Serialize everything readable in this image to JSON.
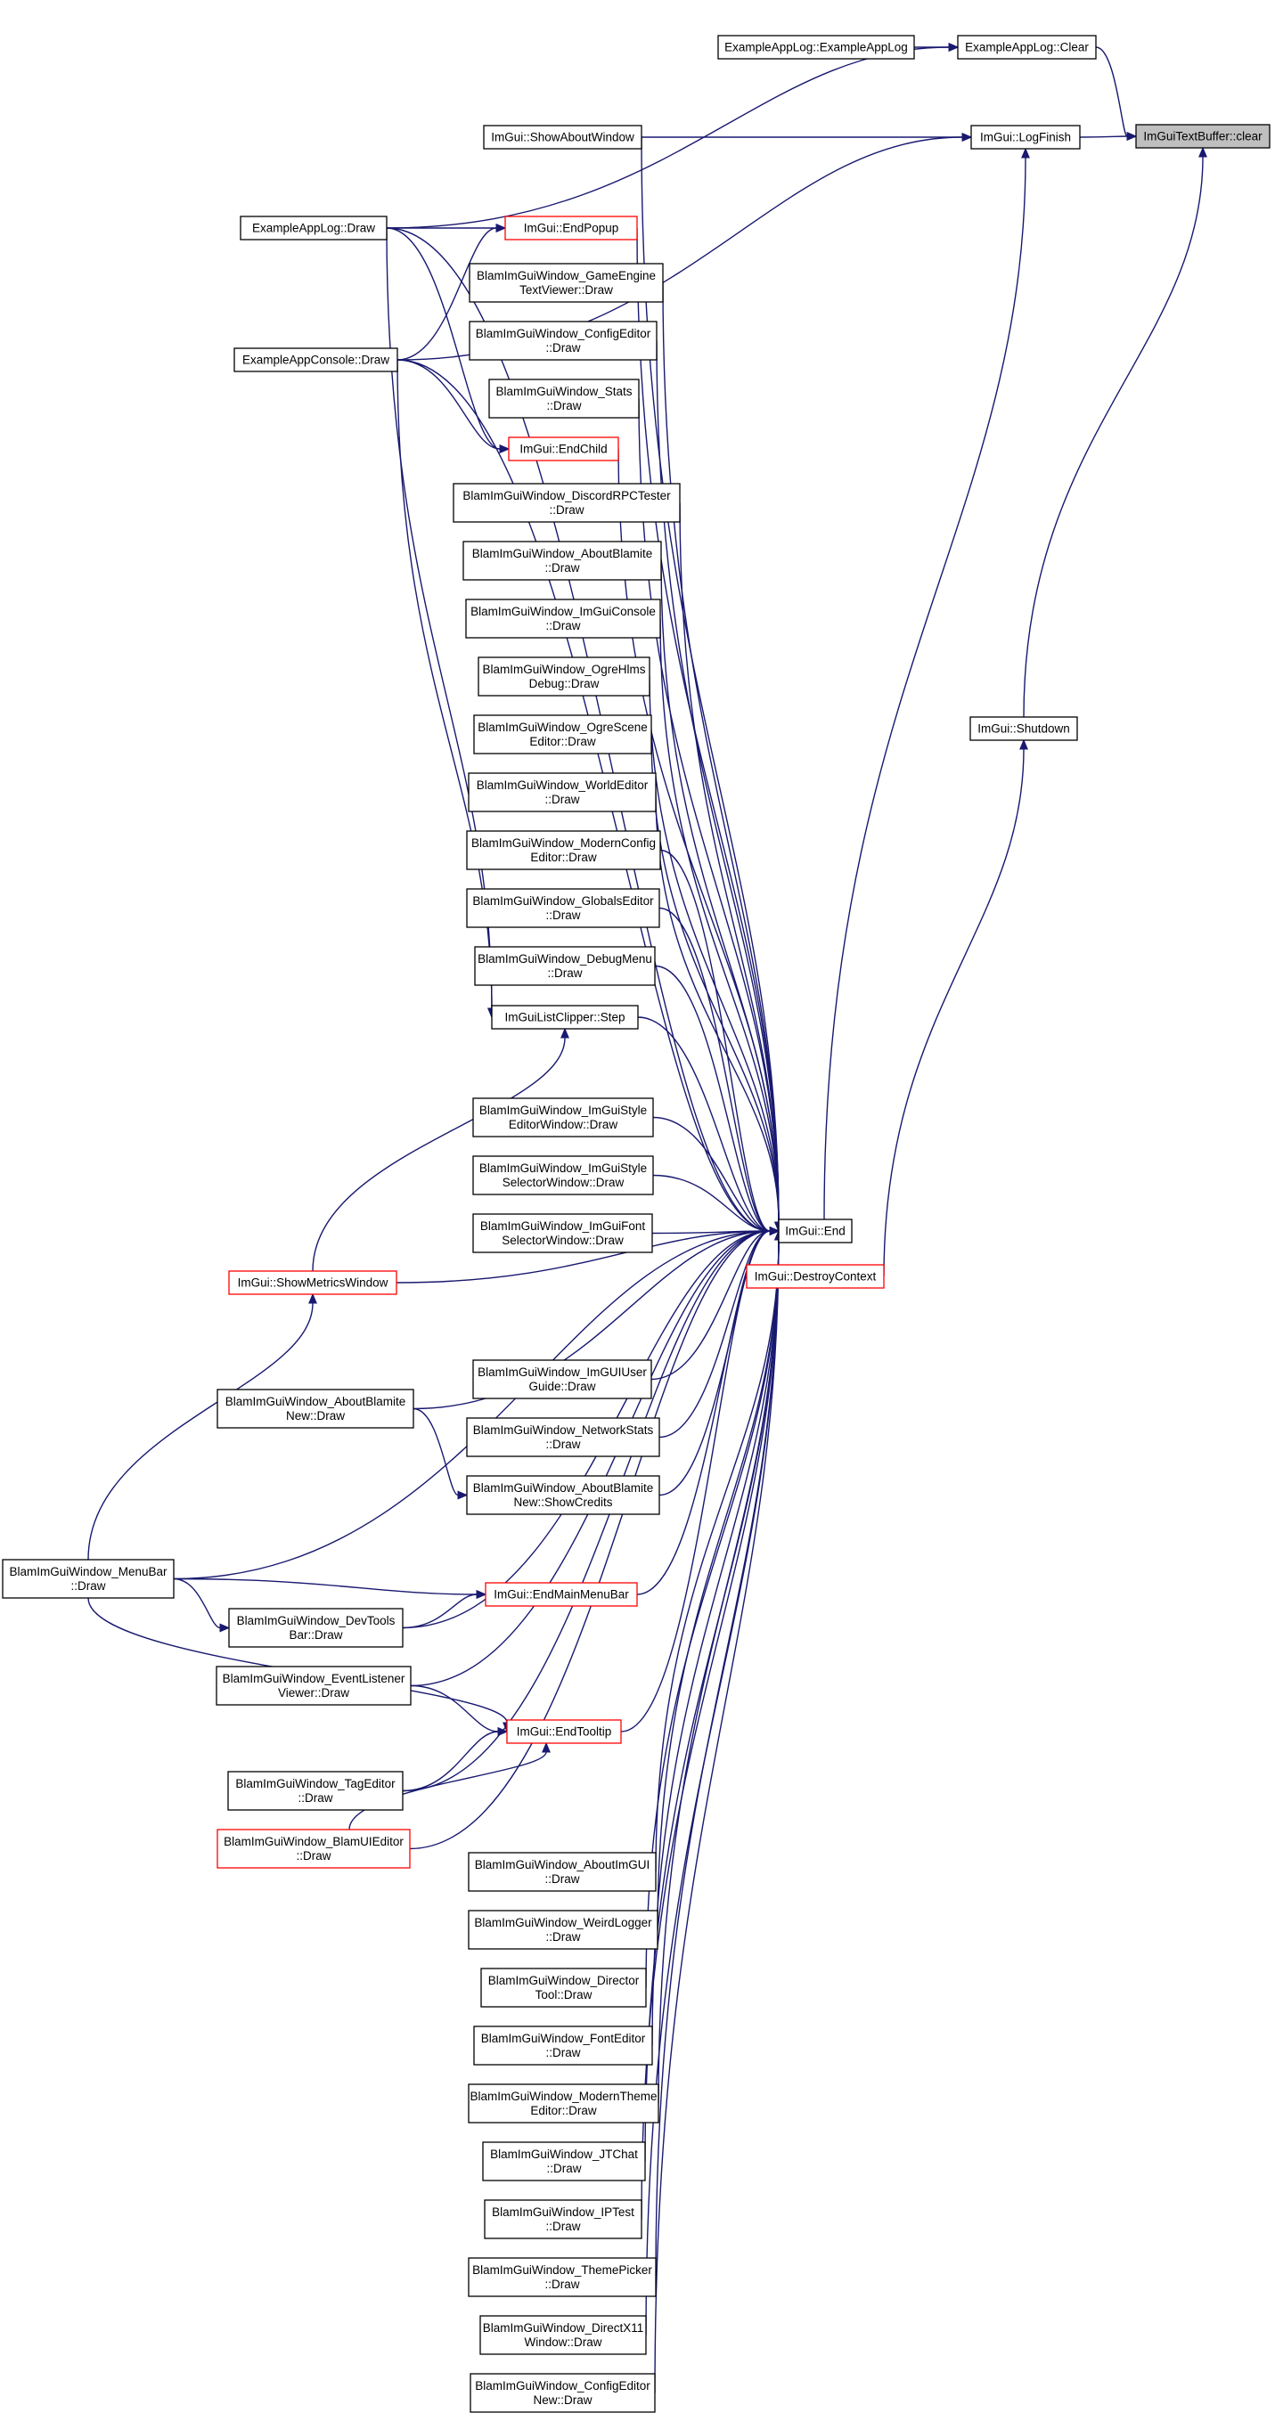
{
  "graph": {
    "edge_color": "#191970",
    "root_fill": "#bfbfbf",
    "truncated_border_color": "#ff0000",
    "nodes": [
      {
        "id": "clear",
        "lines": [
          "ImGuiTextBuffer::clear"
        ],
        "style": "root"
      },
      {
        "id": "applog_clear",
        "lines": [
          "ExampleAppLog::Clear"
        ],
        "style": "normal"
      },
      {
        "id": "applog_ctor",
        "lines": [
          "ExampleAppLog::ExampleAppLog"
        ],
        "style": "normal"
      },
      {
        "id": "logfinish",
        "lines": [
          "ImGui::LogFinish"
        ],
        "style": "normal"
      },
      {
        "id": "showabout",
        "lines": [
          "ImGui::ShowAboutWindow"
        ],
        "style": "normal"
      },
      {
        "id": "applog_draw",
        "lines": [
          "ExampleAppLog::Draw"
        ],
        "style": "normal"
      },
      {
        "id": "endpopup",
        "lines": [
          "ImGui::EndPopup"
        ],
        "style": "red"
      },
      {
        "id": "gameengine",
        "lines": [
          "BlamImGuiWindow_GameEngine",
          "TextViewer::Draw"
        ],
        "style": "normal"
      },
      {
        "id": "configeditor",
        "lines": [
          "BlamImGuiWindow_ConfigEditor",
          "::Draw"
        ],
        "style": "normal"
      },
      {
        "id": "appconsole",
        "lines": [
          "ExampleAppConsole::Draw"
        ],
        "style": "normal"
      },
      {
        "id": "stats",
        "lines": [
          "BlamImGuiWindow_Stats",
          "::Draw"
        ],
        "style": "normal"
      },
      {
        "id": "endchild",
        "lines": [
          "ImGui::EndChild"
        ],
        "style": "red"
      },
      {
        "id": "discord",
        "lines": [
          "BlamImGuiWindow_DiscordRPCTester",
          "::Draw"
        ],
        "style": "normal"
      },
      {
        "id": "aboutblamite",
        "lines": [
          "BlamImGuiWindow_AboutBlamite",
          "::Draw"
        ],
        "style": "normal"
      },
      {
        "id": "imguiconsole",
        "lines": [
          "BlamImGuiWindow_ImGuiConsole",
          "::Draw"
        ],
        "style": "normal"
      },
      {
        "id": "ogrehlms",
        "lines": [
          "BlamImGuiWindow_OgreHlms",
          "Debug::Draw"
        ],
        "style": "normal"
      },
      {
        "id": "shutdown",
        "lines": [
          "ImGui::Shutdown"
        ],
        "style": "normal"
      },
      {
        "id": "ogrescene",
        "lines": [
          "BlamImGuiWindow_OgreScene",
          "Editor::Draw"
        ],
        "style": "normal"
      },
      {
        "id": "worldeditor",
        "lines": [
          "BlamImGuiWindow_WorldEditor",
          "::Draw"
        ],
        "style": "normal"
      },
      {
        "id": "modernconfig",
        "lines": [
          "BlamImGuiWindow_ModernConfig",
          "Editor::Draw"
        ],
        "style": "normal"
      },
      {
        "id": "globalseditor",
        "lines": [
          "BlamImGuiWindow_GlobalsEditor",
          "::Draw"
        ],
        "style": "normal"
      },
      {
        "id": "debugmenu",
        "lines": [
          "BlamImGuiWindow_DebugMenu",
          "::Draw"
        ],
        "style": "normal"
      },
      {
        "id": "listclipper",
        "lines": [
          "ImGuiListClipper::Step"
        ],
        "style": "normal"
      },
      {
        "id": "styleeditor",
        "lines": [
          "BlamImGuiWindow_ImGuiStyle",
          "EditorWindow::Draw"
        ],
        "style": "normal"
      },
      {
        "id": "styleselector",
        "lines": [
          "BlamImGuiWindow_ImGuiStyle",
          "SelectorWindow::Draw"
        ],
        "style": "normal"
      },
      {
        "id": "fontselector",
        "lines": [
          "BlamImGuiWindow_ImGuiFont",
          "SelectorWindow::Draw"
        ],
        "style": "normal"
      },
      {
        "id": "end",
        "lines": [
          "ImGui::End"
        ],
        "style": "normal"
      },
      {
        "id": "destroycontext",
        "lines": [
          "ImGui::DestroyContext"
        ],
        "style": "red"
      },
      {
        "id": "showmetrics",
        "lines": [
          "ImGui::ShowMetricsWindow"
        ],
        "style": "red"
      },
      {
        "id": "userguide",
        "lines": [
          "BlamImGuiWindow_ImGUIUser",
          "Guide::Draw"
        ],
        "style": "normal"
      },
      {
        "id": "aboutblamitenew",
        "lines": [
          "BlamImGuiWindow_AboutBlamite",
          "New::Draw"
        ],
        "style": "normal"
      },
      {
        "id": "networkstats",
        "lines": [
          "BlamImGuiWindow_NetworkStats",
          "::Draw"
        ],
        "style": "normal"
      },
      {
        "id": "showcredits",
        "lines": [
          "BlamImGuiWindow_AboutBlamite",
          "New::ShowCredits"
        ],
        "style": "normal"
      },
      {
        "id": "menubar",
        "lines": [
          "BlamImGuiWindow_MenuBar",
          "::Draw"
        ],
        "style": "normal"
      },
      {
        "id": "endmainmenubar",
        "lines": [
          "ImGui::EndMainMenuBar"
        ],
        "style": "red"
      },
      {
        "id": "devtools",
        "lines": [
          "BlamImGuiWindow_DevTools",
          "Bar::Draw"
        ],
        "style": "normal"
      },
      {
        "id": "eventlistener",
        "lines": [
          "BlamImGuiWindow_EventListener",
          "Viewer::Draw"
        ],
        "style": "normal"
      },
      {
        "id": "endtooltip",
        "lines": [
          "ImGui::EndTooltip"
        ],
        "style": "red"
      },
      {
        "id": "tageditor",
        "lines": [
          "BlamImGuiWindow_TagEditor",
          "::Draw"
        ],
        "style": "normal"
      },
      {
        "id": "blamuieditor",
        "lines": [
          "BlamImGuiWindow_BlamUIEditor",
          "::Draw"
        ],
        "style": "red"
      },
      {
        "id": "aboutimgui",
        "lines": [
          "BlamImGuiWindow_AboutImGUI",
          "::Draw"
        ],
        "style": "normal"
      },
      {
        "id": "weirdlogger",
        "lines": [
          "BlamImGuiWindow_WeirdLogger",
          "::Draw"
        ],
        "style": "normal"
      },
      {
        "id": "director",
        "lines": [
          "BlamImGuiWindow_Director",
          "Tool::Draw"
        ],
        "style": "normal"
      },
      {
        "id": "fonteditor",
        "lines": [
          "BlamImGuiWindow_FontEditor",
          "::Draw"
        ],
        "style": "normal"
      },
      {
        "id": "moderntheme",
        "lines": [
          "BlamImGuiWindow_ModernTheme",
          "Editor::Draw"
        ],
        "style": "normal"
      },
      {
        "id": "jtchat",
        "lines": [
          "BlamImGuiWindow_JTChat",
          "::Draw"
        ],
        "style": "normal"
      },
      {
        "id": "iptest",
        "lines": [
          "BlamImGuiWindow_IPTest",
          "::Draw"
        ],
        "style": "normal"
      },
      {
        "id": "themepicker",
        "lines": [
          "BlamImGuiWindow_ThemePicker",
          "::Draw"
        ],
        "style": "normal"
      },
      {
        "id": "directx11",
        "lines": [
          "BlamImGuiWindow_DirectX11",
          "Window::Draw"
        ],
        "style": "normal"
      },
      {
        "id": "configeditornew",
        "lines": [
          "BlamImGuiWindow_ConfigEditor",
          "New::Draw"
        ],
        "style": "normal"
      }
    ],
    "edges": [
      [
        "applog_clear",
        "clear"
      ],
      [
        "logfinish",
        "clear"
      ],
      [
        "shutdown",
        "clear"
      ],
      [
        "applog_ctor",
        "applog_clear"
      ],
      [
        "applog_draw",
        "applog_clear"
      ],
      [
        "showabout",
        "logfinish"
      ],
      [
        "appconsole",
        "logfinish"
      ],
      [
        "end",
        "logfinish"
      ],
      [
        "destroycontext",
        "shutdown"
      ],
      [
        "applog_draw",
        "endpopup"
      ],
      [
        "appconsole",
        "endpopup"
      ],
      [
        "applog_draw",
        "endchild"
      ],
      [
        "appconsole",
        "endchild"
      ],
      [
        "applog_draw",
        "listclipper"
      ],
      [
        "appconsole",
        "listclipper"
      ],
      [
        "showmetrics",
        "listclipper"
      ],
      [
        "menubar",
        "showmetrics"
      ],
      [
        "menubar",
        "endmainmenubar"
      ],
      [
        "devtools",
        "endmainmenubar"
      ],
      [
        "menubar",
        "devtools"
      ],
      [
        "aboutblamitenew",
        "showcredits"
      ],
      [
        "menubar",
        "endtooltip"
      ],
      [
        "eventlistener",
        "endtooltip"
      ],
      [
        "tageditor",
        "endtooltip"
      ],
      [
        "blamuieditor",
        "endtooltip"
      ],
      [
        "showabout",
        "end"
      ],
      [
        "applog_draw",
        "end"
      ],
      [
        "endpopup",
        "end"
      ],
      [
        "gameengine",
        "end"
      ],
      [
        "configeditor",
        "end"
      ],
      [
        "appconsole",
        "end"
      ],
      [
        "stats",
        "end"
      ],
      [
        "endchild",
        "end"
      ],
      [
        "discord",
        "end"
      ],
      [
        "aboutblamite",
        "end"
      ],
      [
        "imguiconsole",
        "end"
      ],
      [
        "ogrehlms",
        "end"
      ],
      [
        "ogrescene",
        "end"
      ],
      [
        "worldeditor",
        "end"
      ],
      [
        "modernconfig",
        "end"
      ],
      [
        "globalseditor",
        "end"
      ],
      [
        "debugmenu",
        "end"
      ],
      [
        "listclipper",
        "end"
      ],
      [
        "styleeditor",
        "end"
      ],
      [
        "styleselector",
        "end"
      ],
      [
        "fontselector",
        "end"
      ],
      [
        "showmetrics",
        "end"
      ],
      [
        "aboutblamitenew",
        "end"
      ],
      [
        "userguide",
        "end"
      ],
      [
        "networkstats",
        "end"
      ],
      [
        "showcredits",
        "end"
      ],
      [
        "menubar",
        "end"
      ],
      [
        "endmainmenubar",
        "end"
      ],
      [
        "devtools",
        "end"
      ],
      [
        "eventlistener",
        "end"
      ],
      [
        "endtooltip",
        "end"
      ],
      [
        "tageditor",
        "end"
      ],
      [
        "blamuieditor",
        "end"
      ],
      [
        "aboutimgui",
        "end"
      ],
      [
        "weirdlogger",
        "end"
      ],
      [
        "director",
        "end"
      ],
      [
        "fonteditor",
        "end"
      ],
      [
        "moderntheme",
        "end"
      ],
      [
        "jtchat",
        "end"
      ],
      [
        "iptest",
        "end"
      ],
      [
        "themepicker",
        "end"
      ],
      [
        "directx11",
        "end"
      ],
      [
        "configeditornew",
        "end"
      ]
    ]
  }
}
